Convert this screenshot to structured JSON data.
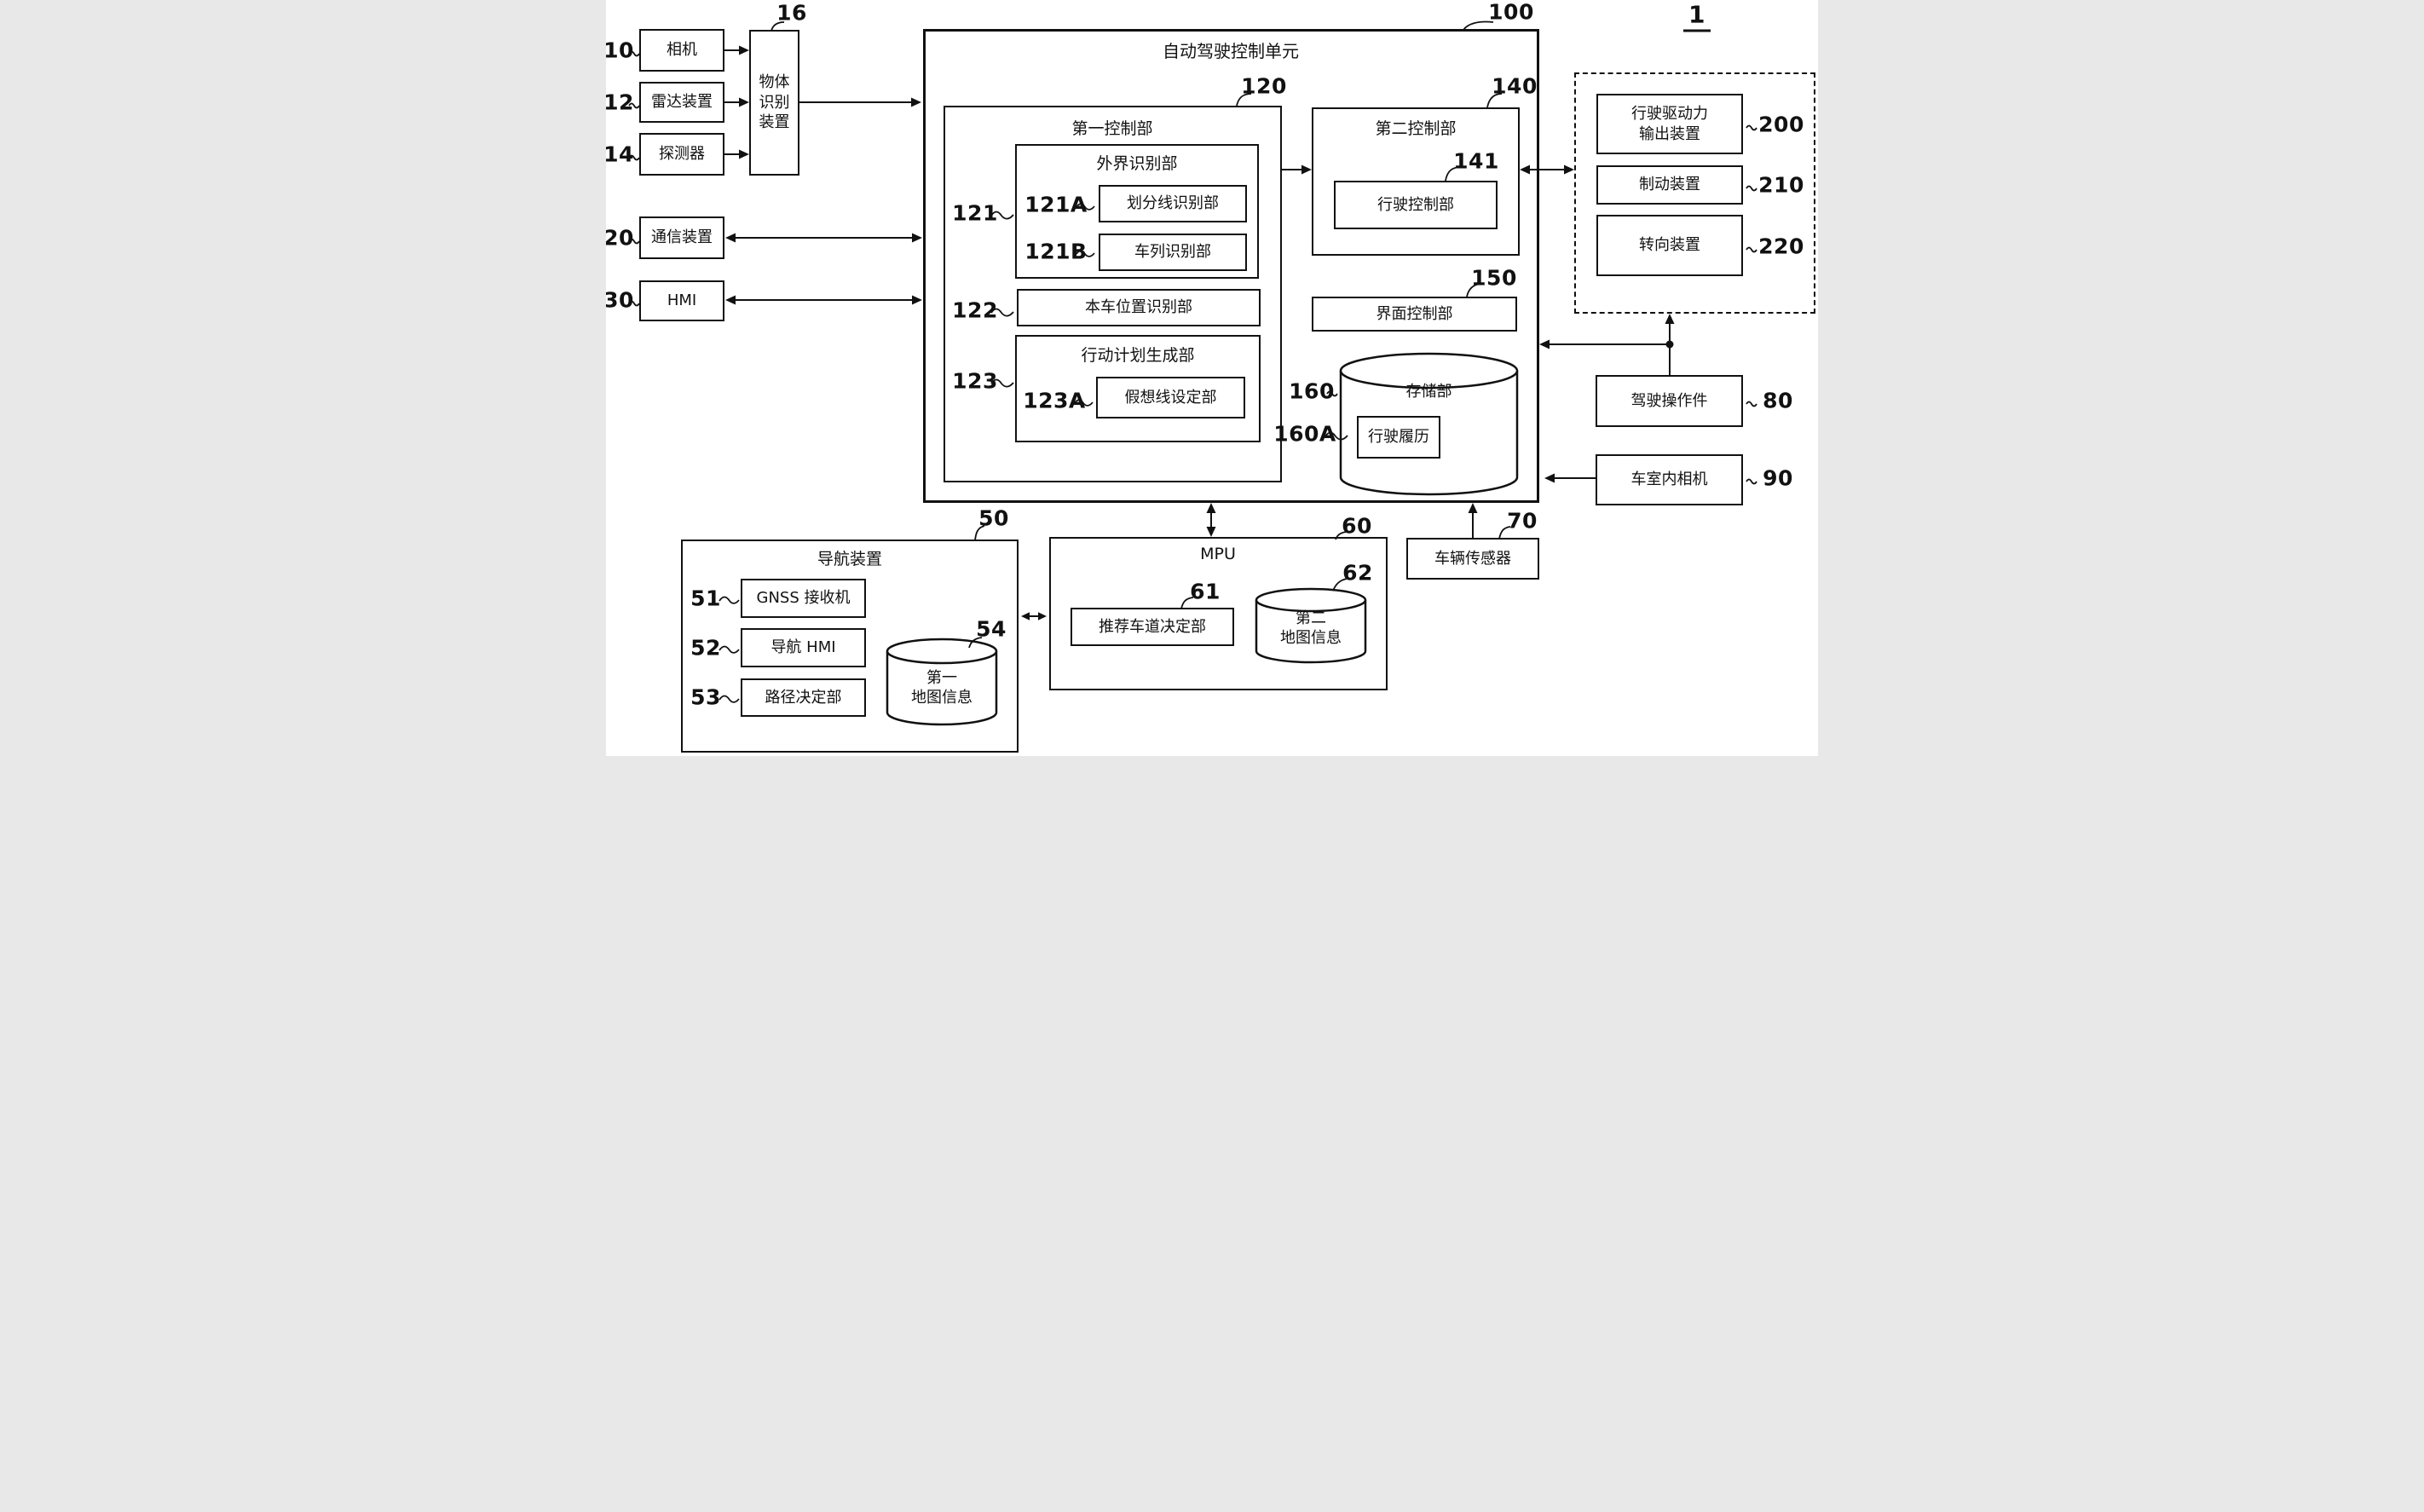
{
  "figure_label": "1",
  "colors": {
    "ink": "#111111",
    "background": "#ffffff"
  },
  "blocks": {
    "b10": {
      "ref": "10",
      "label": "相机"
    },
    "b12": {
      "ref": "12",
      "label": "雷达装置"
    },
    "b14": {
      "ref": "14",
      "label": "探测器"
    },
    "b16": {
      "ref": "16",
      "label": "物体\n识别\n装置"
    },
    "b20": {
      "ref": "20",
      "label": "通信装置"
    },
    "b30": {
      "ref": "30",
      "label": "HMI"
    },
    "b100": {
      "ref": "100",
      "label": "自动驾驶控制单元"
    },
    "b120": {
      "ref": "120",
      "label": "第一控制部"
    },
    "b121": {
      "ref": "121",
      "label": "外界识别部"
    },
    "b121A": {
      "ref": "121A",
      "label": "划分线识别部"
    },
    "b121B": {
      "ref": "121B",
      "label": "车列识别部"
    },
    "b122": {
      "ref": "122",
      "label": "本车位置识别部"
    },
    "b123": {
      "ref": "123",
      "label": "行动计划生成部"
    },
    "b123A": {
      "ref": "123A",
      "label": "假想线设定部"
    },
    "b140": {
      "ref": "140",
      "label": "第二控制部"
    },
    "b141": {
      "ref": "141",
      "label": "行驶控制部"
    },
    "b150": {
      "ref": "150",
      "label": "界面控制部"
    },
    "b160": {
      "ref": "160",
      "label": "存储部"
    },
    "b160A": {
      "ref": "160A",
      "label": "行驶履历"
    },
    "b200": {
      "ref": "200",
      "label": "行驶驱动力\n输出装置"
    },
    "b210": {
      "ref": "210",
      "label": "制动装置"
    },
    "b220": {
      "ref": "220",
      "label": "转向装置"
    },
    "b80": {
      "ref": "80",
      "label": "驾驶操作件"
    },
    "b90": {
      "ref": "90",
      "label": "车室内相机"
    },
    "b50": {
      "ref": "50",
      "label": "导航装置"
    },
    "b51": {
      "ref": "51",
      "label": "GNSS 接收机"
    },
    "b52": {
      "ref": "52",
      "label": "导航 HMI"
    },
    "b53": {
      "ref": "53",
      "label": "路径决定部"
    },
    "b54": {
      "ref": "54",
      "label": "第一\n地图信息"
    },
    "b60": {
      "ref": "60",
      "label": "MPU"
    },
    "b61": {
      "ref": "61",
      "label": "推荐车道决定部"
    },
    "b62": {
      "ref": "62",
      "label": "第二\n地图信息"
    },
    "b70": {
      "ref": "70",
      "label": "车辆传感器"
    }
  }
}
